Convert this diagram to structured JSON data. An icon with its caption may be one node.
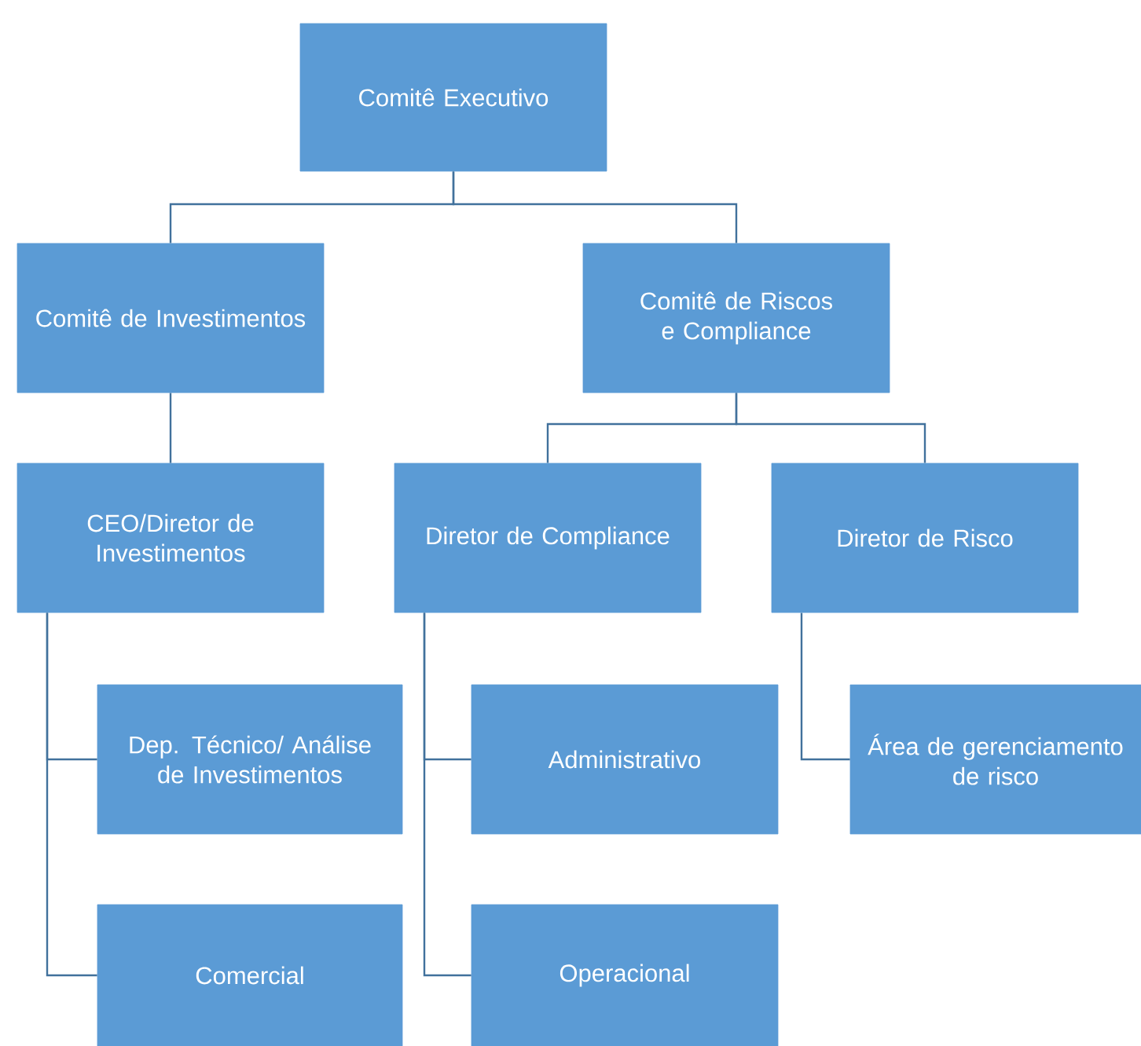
{
  "diagram": {
    "nodes": [
      {
        "text": [
          "Comitê Executivo"
        ]
      },
      {
        "text": [
          "Comitê de Investimentos"
        ]
      },
      {
        "text": [
          "Comitê de Riscos e Compliance"
        ]
      },
      {
        "text": [
          "CEO/Diretor de Investimentos"
        ]
      },
      {
        "text": [
          "Diretor de Compliance"
        ]
      },
      {
        "text": [
          "Diretor de Risco"
        ]
      },
      {
        "text": [
          "Dep. Técnico/ Análise de Investimentos"
        ]
      },
      {
        "text": [
          "Comercial"
        ]
      },
      {
        "text": [
          "Administrativo"
        ]
      },
      {
        "text": [
          "Operacional"
        ]
      },
      {
        "text": [
          "Área de gerenciamento de risco"
        ]
      }
    ],
    "edges": [
      {
        "from": 0,
        "to": 1,
        "arrow": "none"
      },
      {
        "from": 0,
        "to": 2,
        "arrow": "none"
      },
      {
        "from": 1,
        "to": 3,
        "arrow": "none"
      },
      {
        "from": 2,
        "to": 4,
        "arrow": "none"
      },
      {
        "from": 2,
        "to": 5,
        "arrow": "none"
      },
      {
        "from": 3,
        "to": 6,
        "arrow": "none"
      },
      {
        "from": 3,
        "to": 7,
        "arrow": "none"
      },
      {
        "from": 4,
        "to": 8,
        "arrow": "none"
      },
      {
        "from": 4,
        "to": 9,
        "arrow": "none"
      },
      {
        "from": 5,
        "to": 10,
        "arrow": "none"
      }
    ]
  }
}
